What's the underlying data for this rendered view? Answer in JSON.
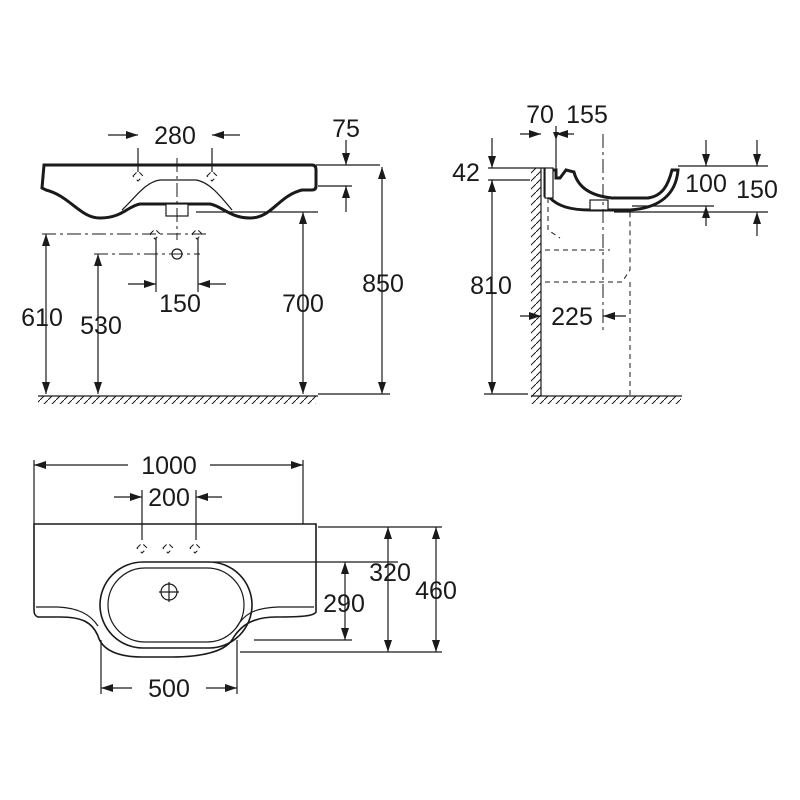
{
  "drawing": {
    "front_view": {
      "dims": {
        "tap_spacing": "280",
        "rim_thickness": "75",
        "height_610": "610",
        "height_530": "530",
        "waste_spacing": "150",
        "height_700": "700",
        "height_850": "850"
      }
    },
    "side_view": {
      "dims": {
        "wall_gap": "70",
        "tap_offset": "155",
        "rim_42": "42",
        "depth_100": "100",
        "depth_150": "150",
        "height_810": "810",
        "trap_225": "225"
      }
    },
    "plan_view": {
      "dims": {
        "width": "1000",
        "tap_holes": "200",
        "depth_320": "320",
        "depth_460": "460",
        "bowl_290": "290",
        "bowl_width": "500"
      }
    }
  }
}
